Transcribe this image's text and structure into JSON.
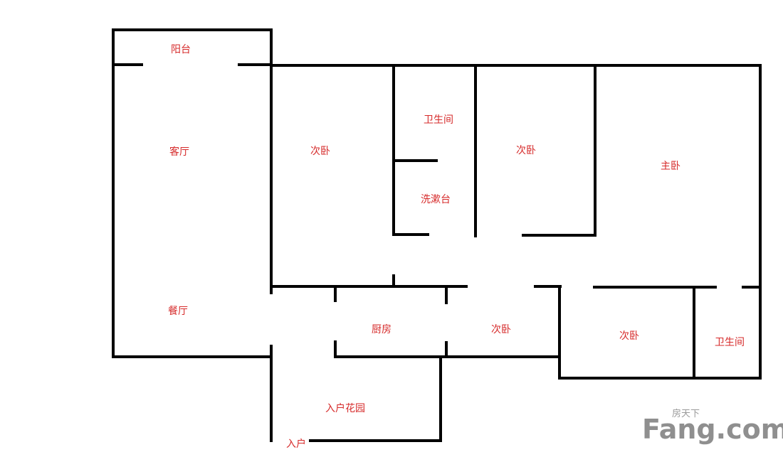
{
  "colors": {
    "wall": "#000000",
    "label": "#d62a2a",
    "watermark": "#8f8f8f",
    "background": "#ffffff"
  },
  "rooms": {
    "balcony": "阳台",
    "living_room": "客厅",
    "dining_room": "餐厅",
    "bedroom_second_a": "次卧",
    "bathroom_a": "卫生间",
    "wash_basin": "洗漱台",
    "bedroom_second_b": "次卧",
    "master_bedroom": "主卧",
    "kitchen": "厨房",
    "bedroom_second_c": "次卧",
    "bedroom_second_d": "次卧",
    "bathroom_b": "卫生间",
    "entry_garden": "入户花园",
    "entrance": "入户"
  },
  "watermark": {
    "cn": "房天下",
    "en": "Fang.com"
  }
}
